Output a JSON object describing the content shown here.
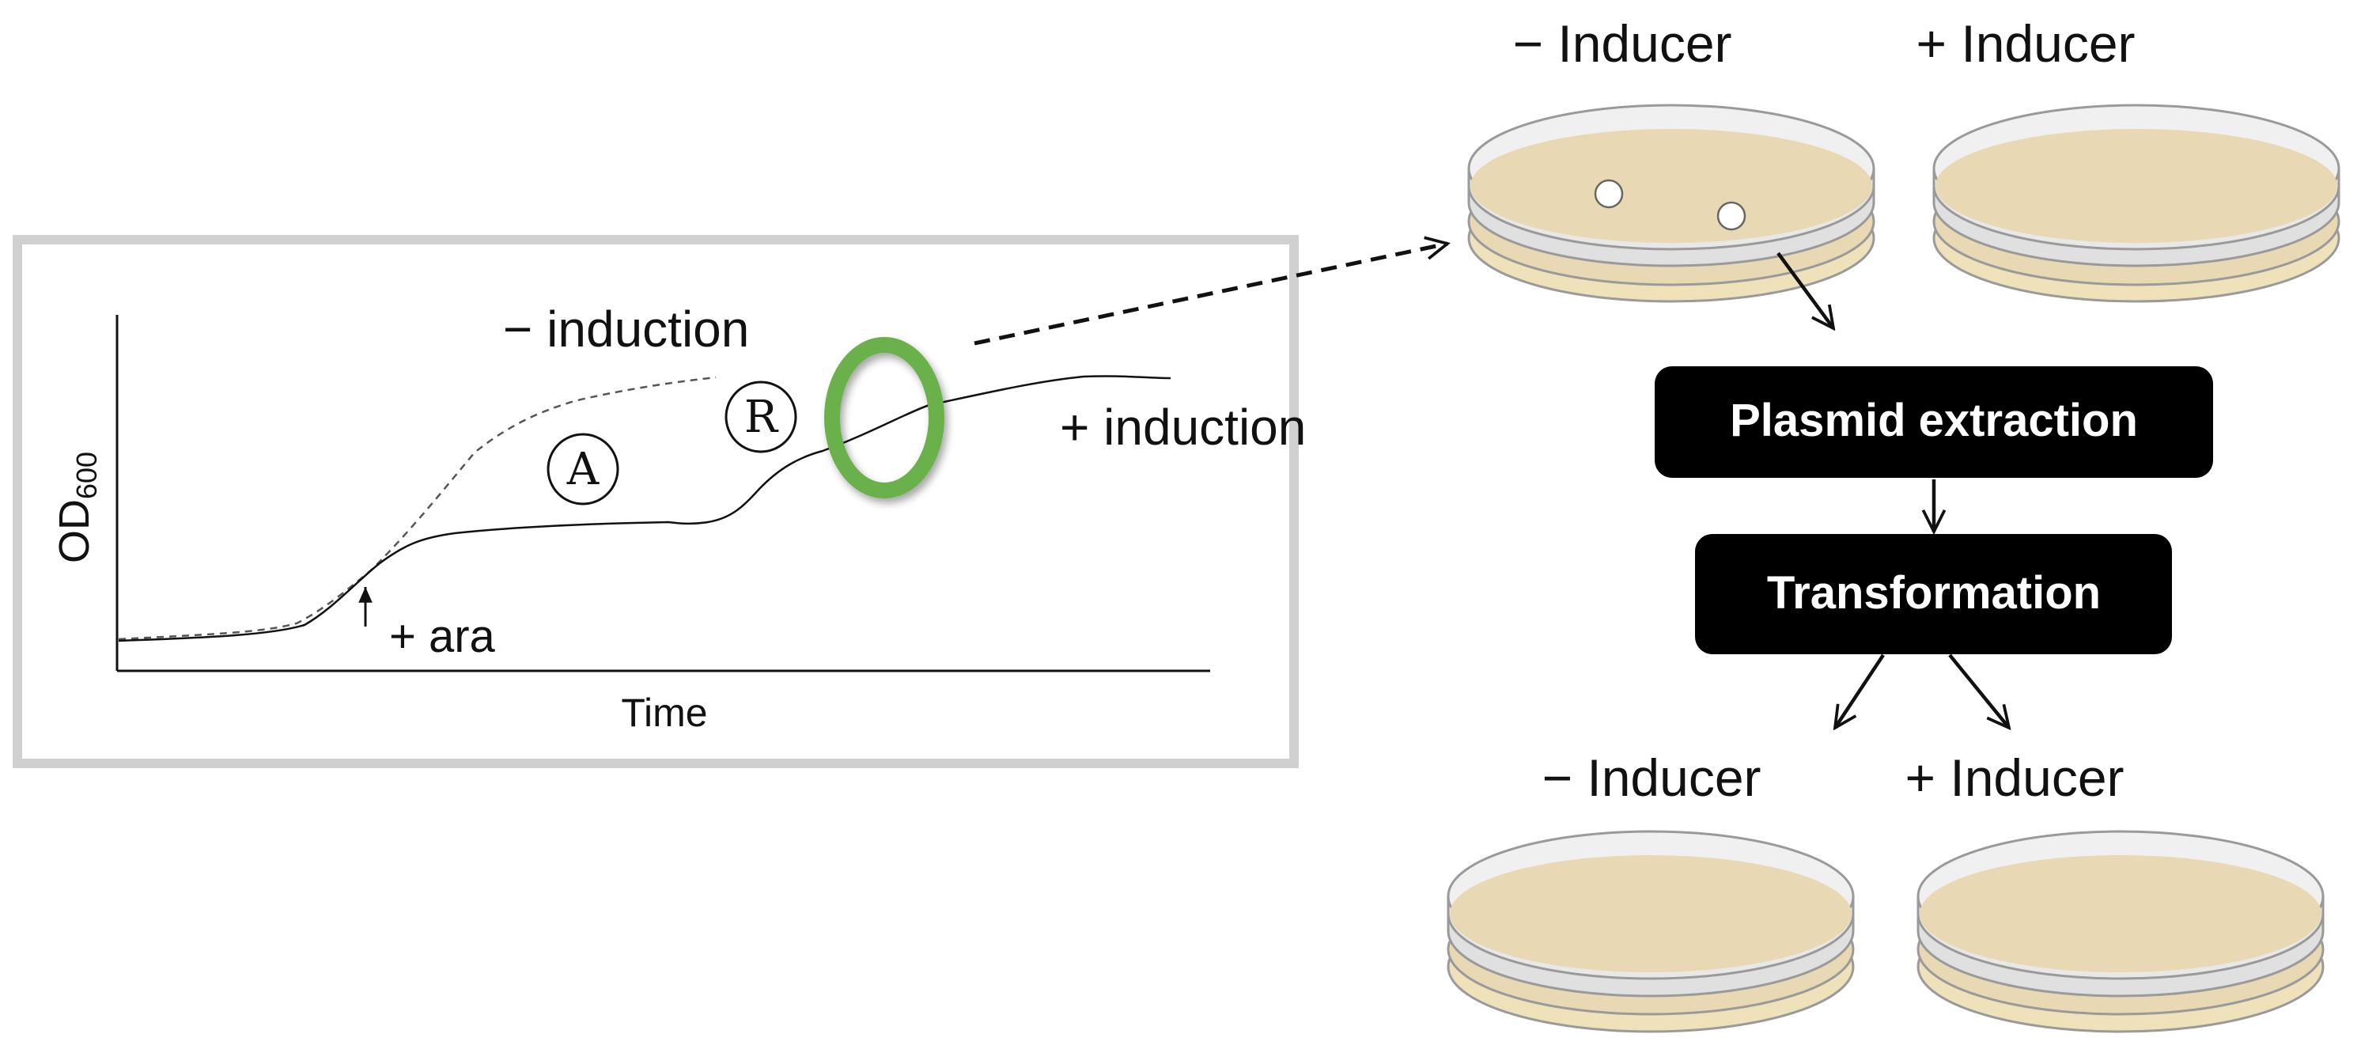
{
  "growth_panel": {
    "y_axis_label_main": "OD",
    "y_axis_label_sub": "600",
    "x_axis_label": "Time",
    "minus_induction_label": "− induction",
    "plus_induction_label": "+ induction",
    "ara_label": "+ ara",
    "marker_a": "A",
    "marker_r": "R",
    "highlight_color": "#6ab04c"
  },
  "plates": {
    "top_minus_label": "− Inducer",
    "top_plus_label": "+ Inducer",
    "bottom_minus_label": "− Inducer",
    "bottom_plus_label": "+ Inducer",
    "agar_color": "#e8d9b4",
    "rim_color": "#d9d9d9"
  },
  "flow": {
    "plasmid_extraction_label": "Plasmid extraction",
    "transformation_label": "Transformation"
  }
}
